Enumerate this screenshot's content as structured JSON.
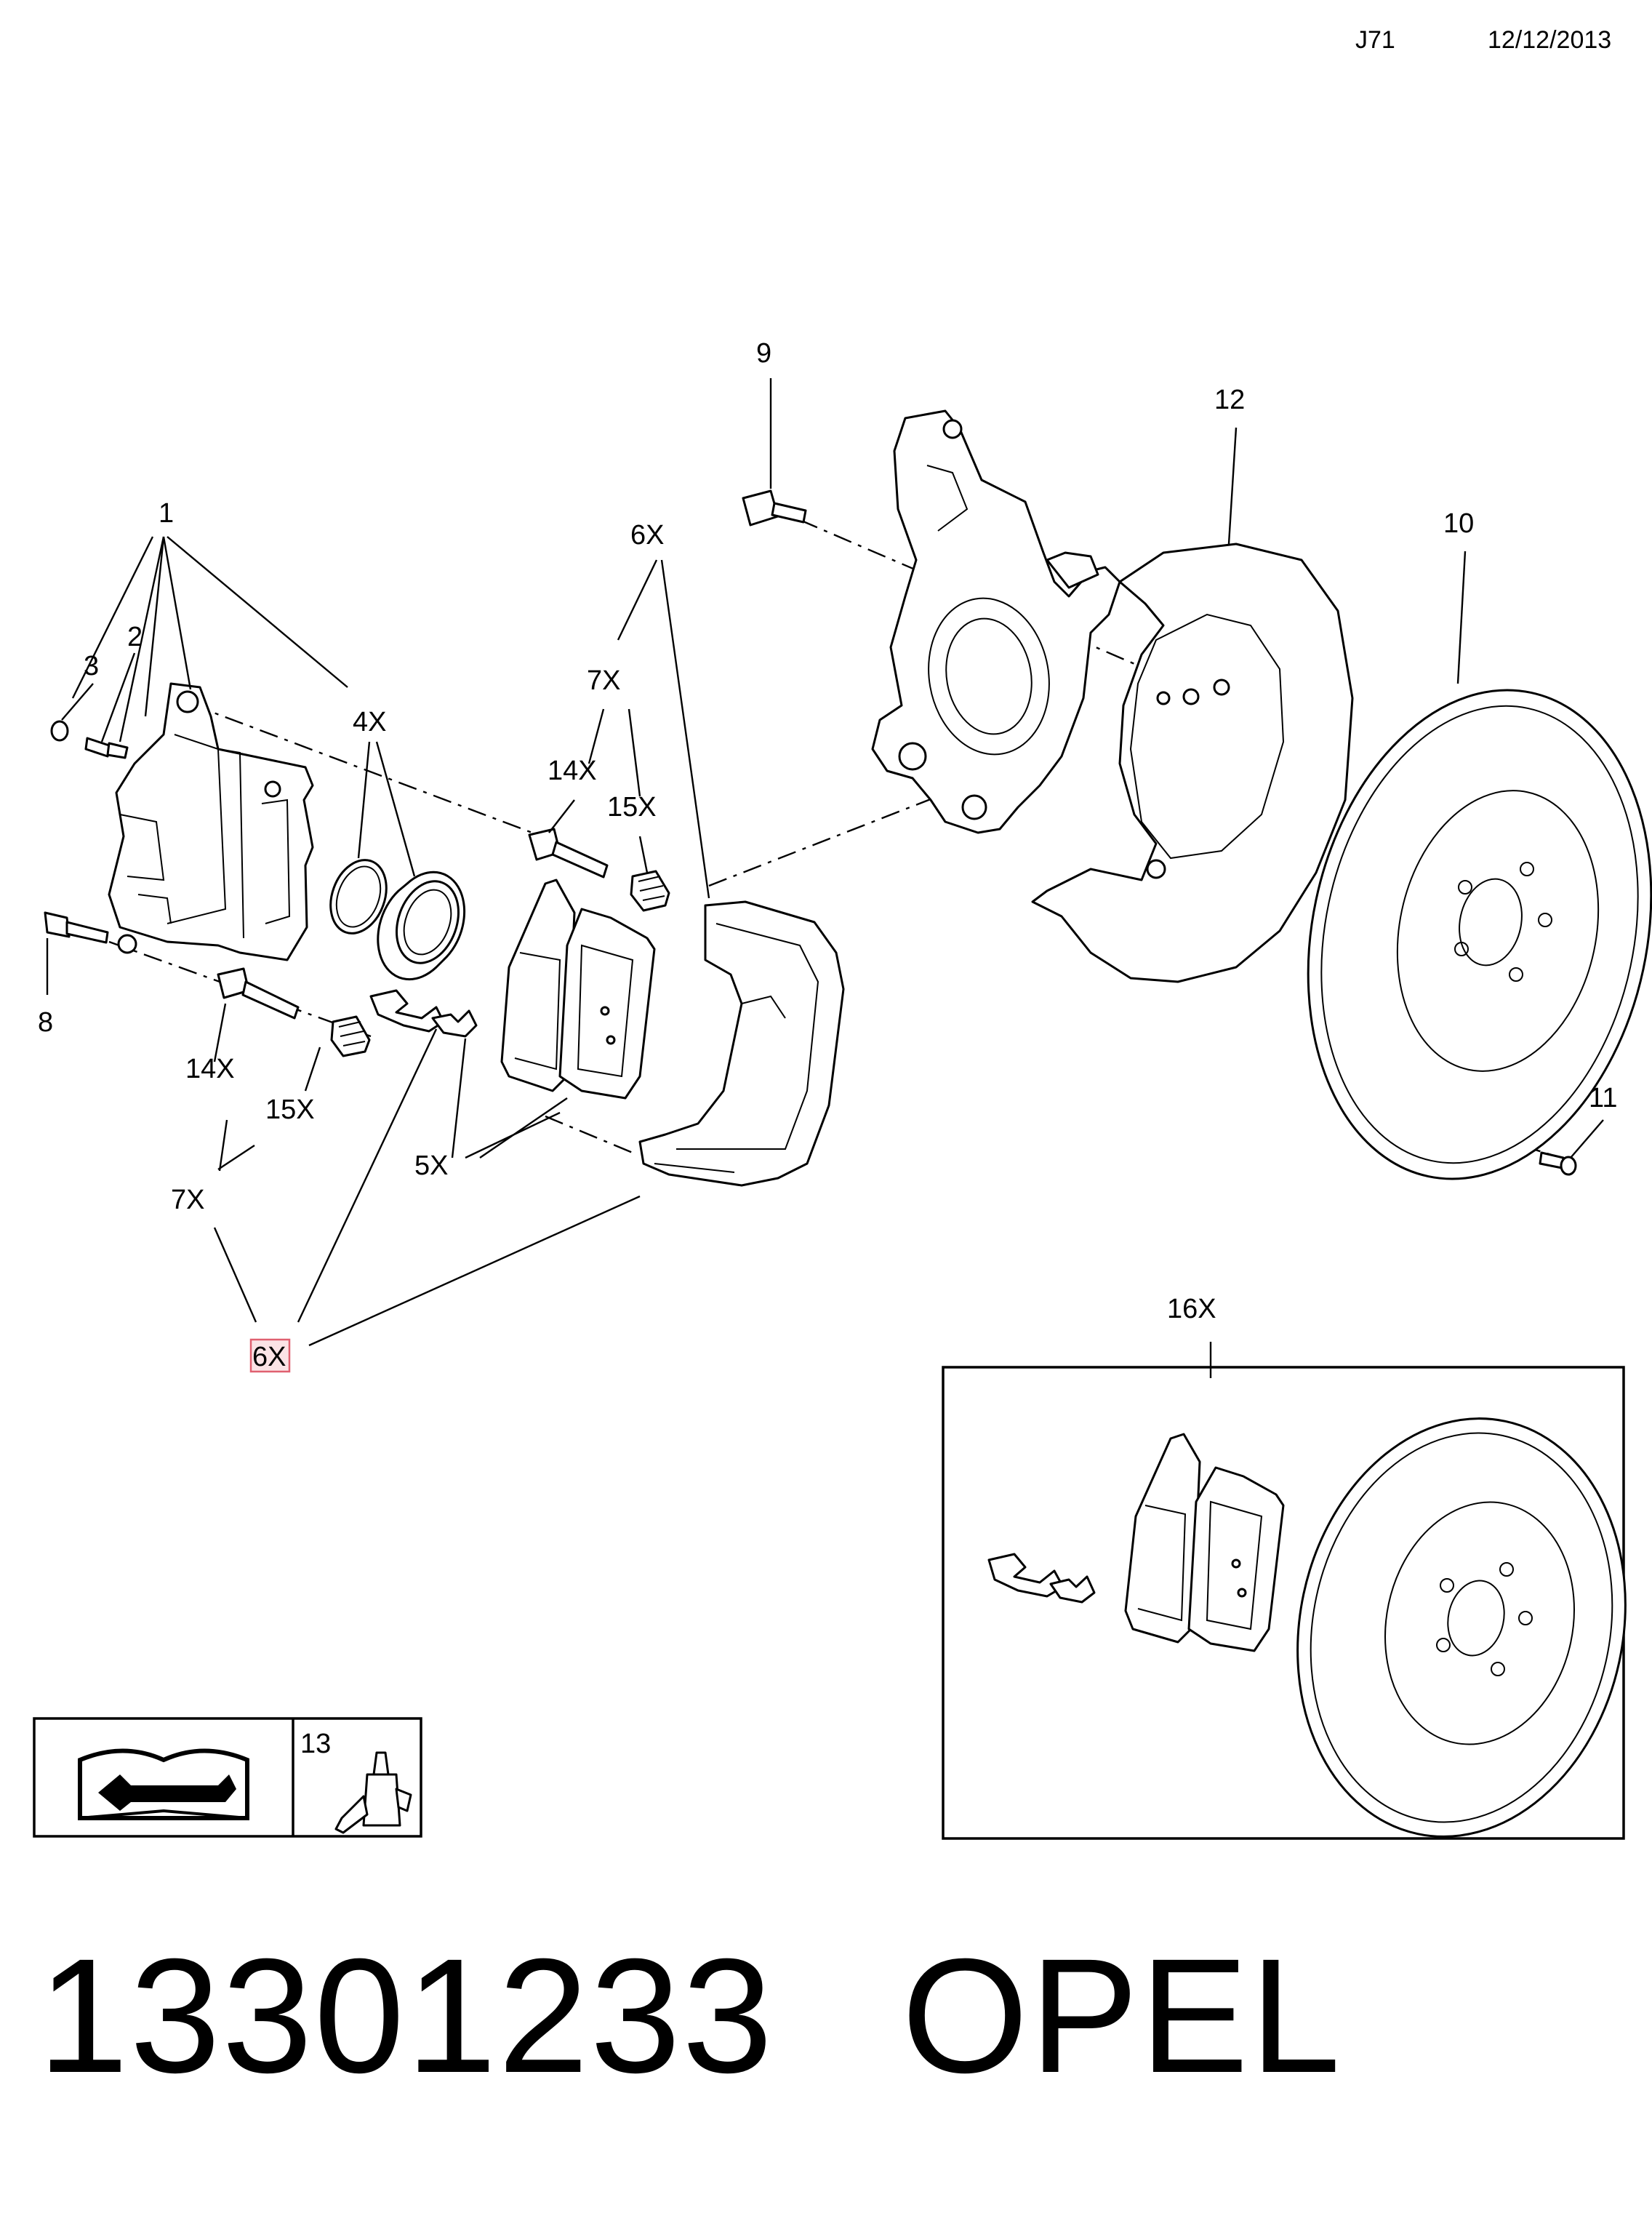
{
  "header": {
    "code": "J71",
    "date": "12/12/2013"
  },
  "callouts": {
    "c1": "1",
    "c2": "2",
    "c3": "3",
    "c4x": "4X",
    "c5x": "5X",
    "c6x_top": "6X",
    "c6x_bottom": "6X",
    "c7x_top": "7X",
    "c7x_bottom": "7X",
    "c8": "8",
    "c9": "9",
    "c10": "10",
    "c11": "11",
    "c12": "12",
    "c13": "13",
    "c14x_top": "14X",
    "c14x_bottom": "14X",
    "c15x_top": "15X",
    "c15x_bottom": "15X",
    "c16x": "16X"
  },
  "icons": {
    "manual": "repair-manual-icon",
    "threadlock": "threadlocker-bottle-icon"
  },
  "highlight_color": "#e06070",
  "footer": {
    "part_number": "13301233",
    "brand": "OPEL"
  }
}
